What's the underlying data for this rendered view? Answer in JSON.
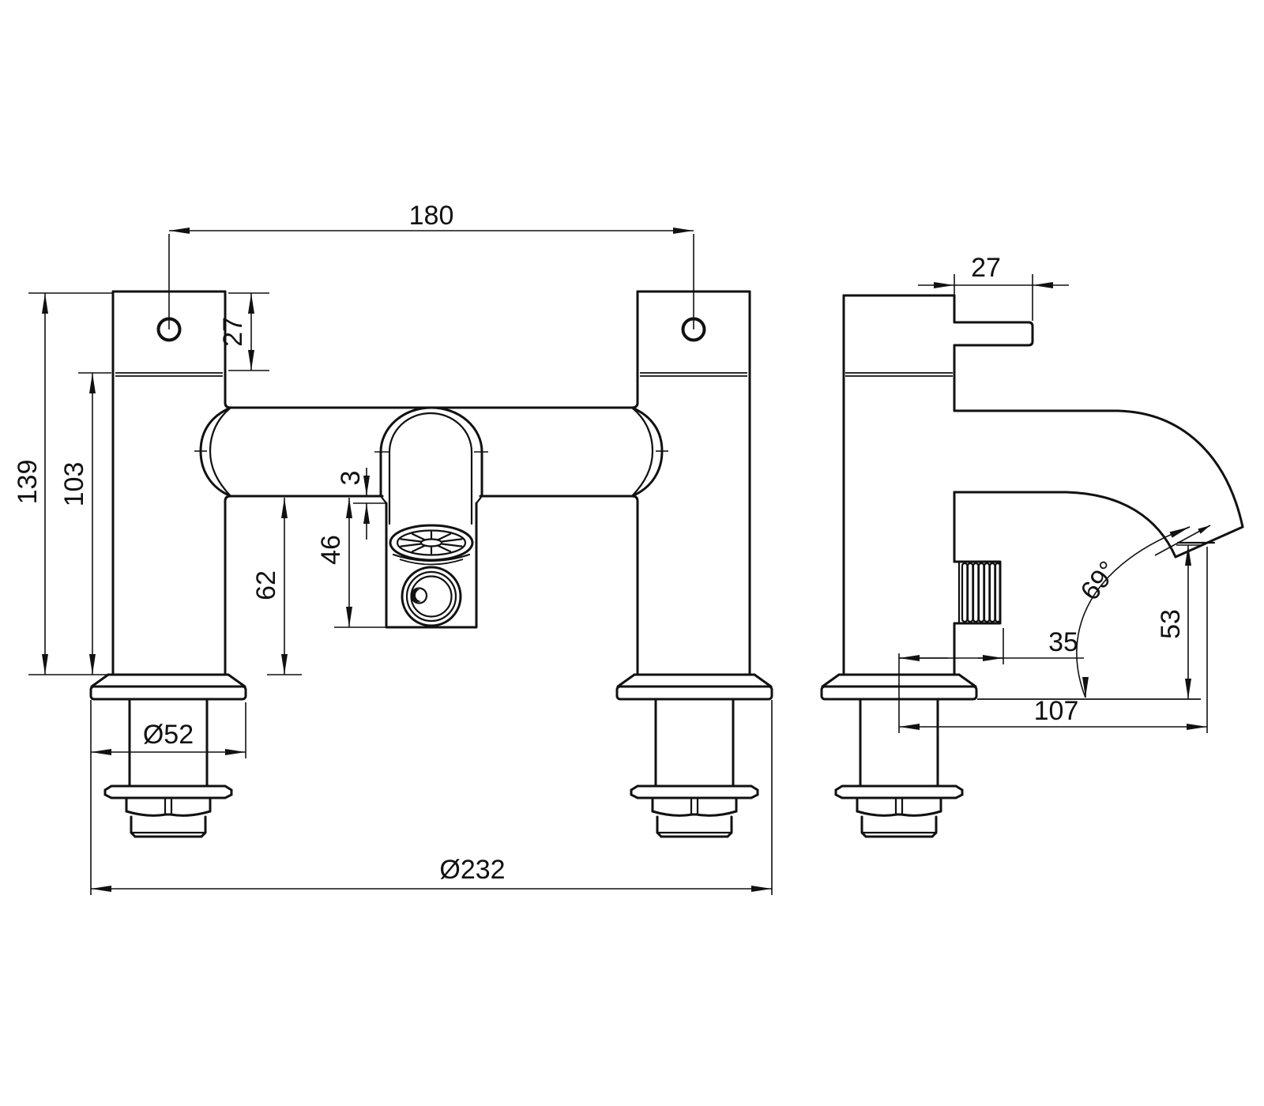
{
  "colors": {
    "line": "#111111",
    "background": "#ffffff"
  },
  "views": {
    "front": {
      "dimensions": {
        "center_distance": "180",
        "cap_height": "27",
        "overall_height": "139",
        "body_height": "103",
        "deck_to_body": "62",
        "outlet_drop": "46",
        "outlet_step": "3",
        "base_diameter": "Ø52",
        "overall_width": "Ø232"
      }
    },
    "side": {
      "dimensions": {
        "handle_length": "27",
        "outlet_offset": "35",
        "spout_outlet_height": "53",
        "spout_reach": "107",
        "spout_angle": "69°"
      }
    }
  }
}
